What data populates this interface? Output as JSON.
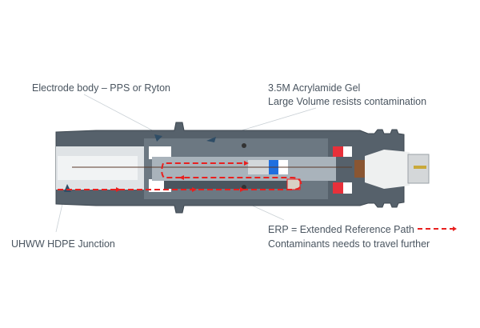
{
  "labels": {
    "electrode_body": "Electrode body – PPS or Ryton",
    "gel_line1": "3.5M Acrylamide Gel",
    "gel_line2": "Large Volume resists contamination",
    "junction": "UHWW HDPE Junction",
    "erp_line1": "ERP = Extended Reference Path",
    "erp_line2": "Contaminants needs to travel further"
  },
  "colors": {
    "body": "#56616b",
    "body_dark": "#3e4851",
    "path_arrow": "#e8201f",
    "reference_blue": "#1f6fe0",
    "seal_red": "#e8303a",
    "text": "#4a5560"
  }
}
